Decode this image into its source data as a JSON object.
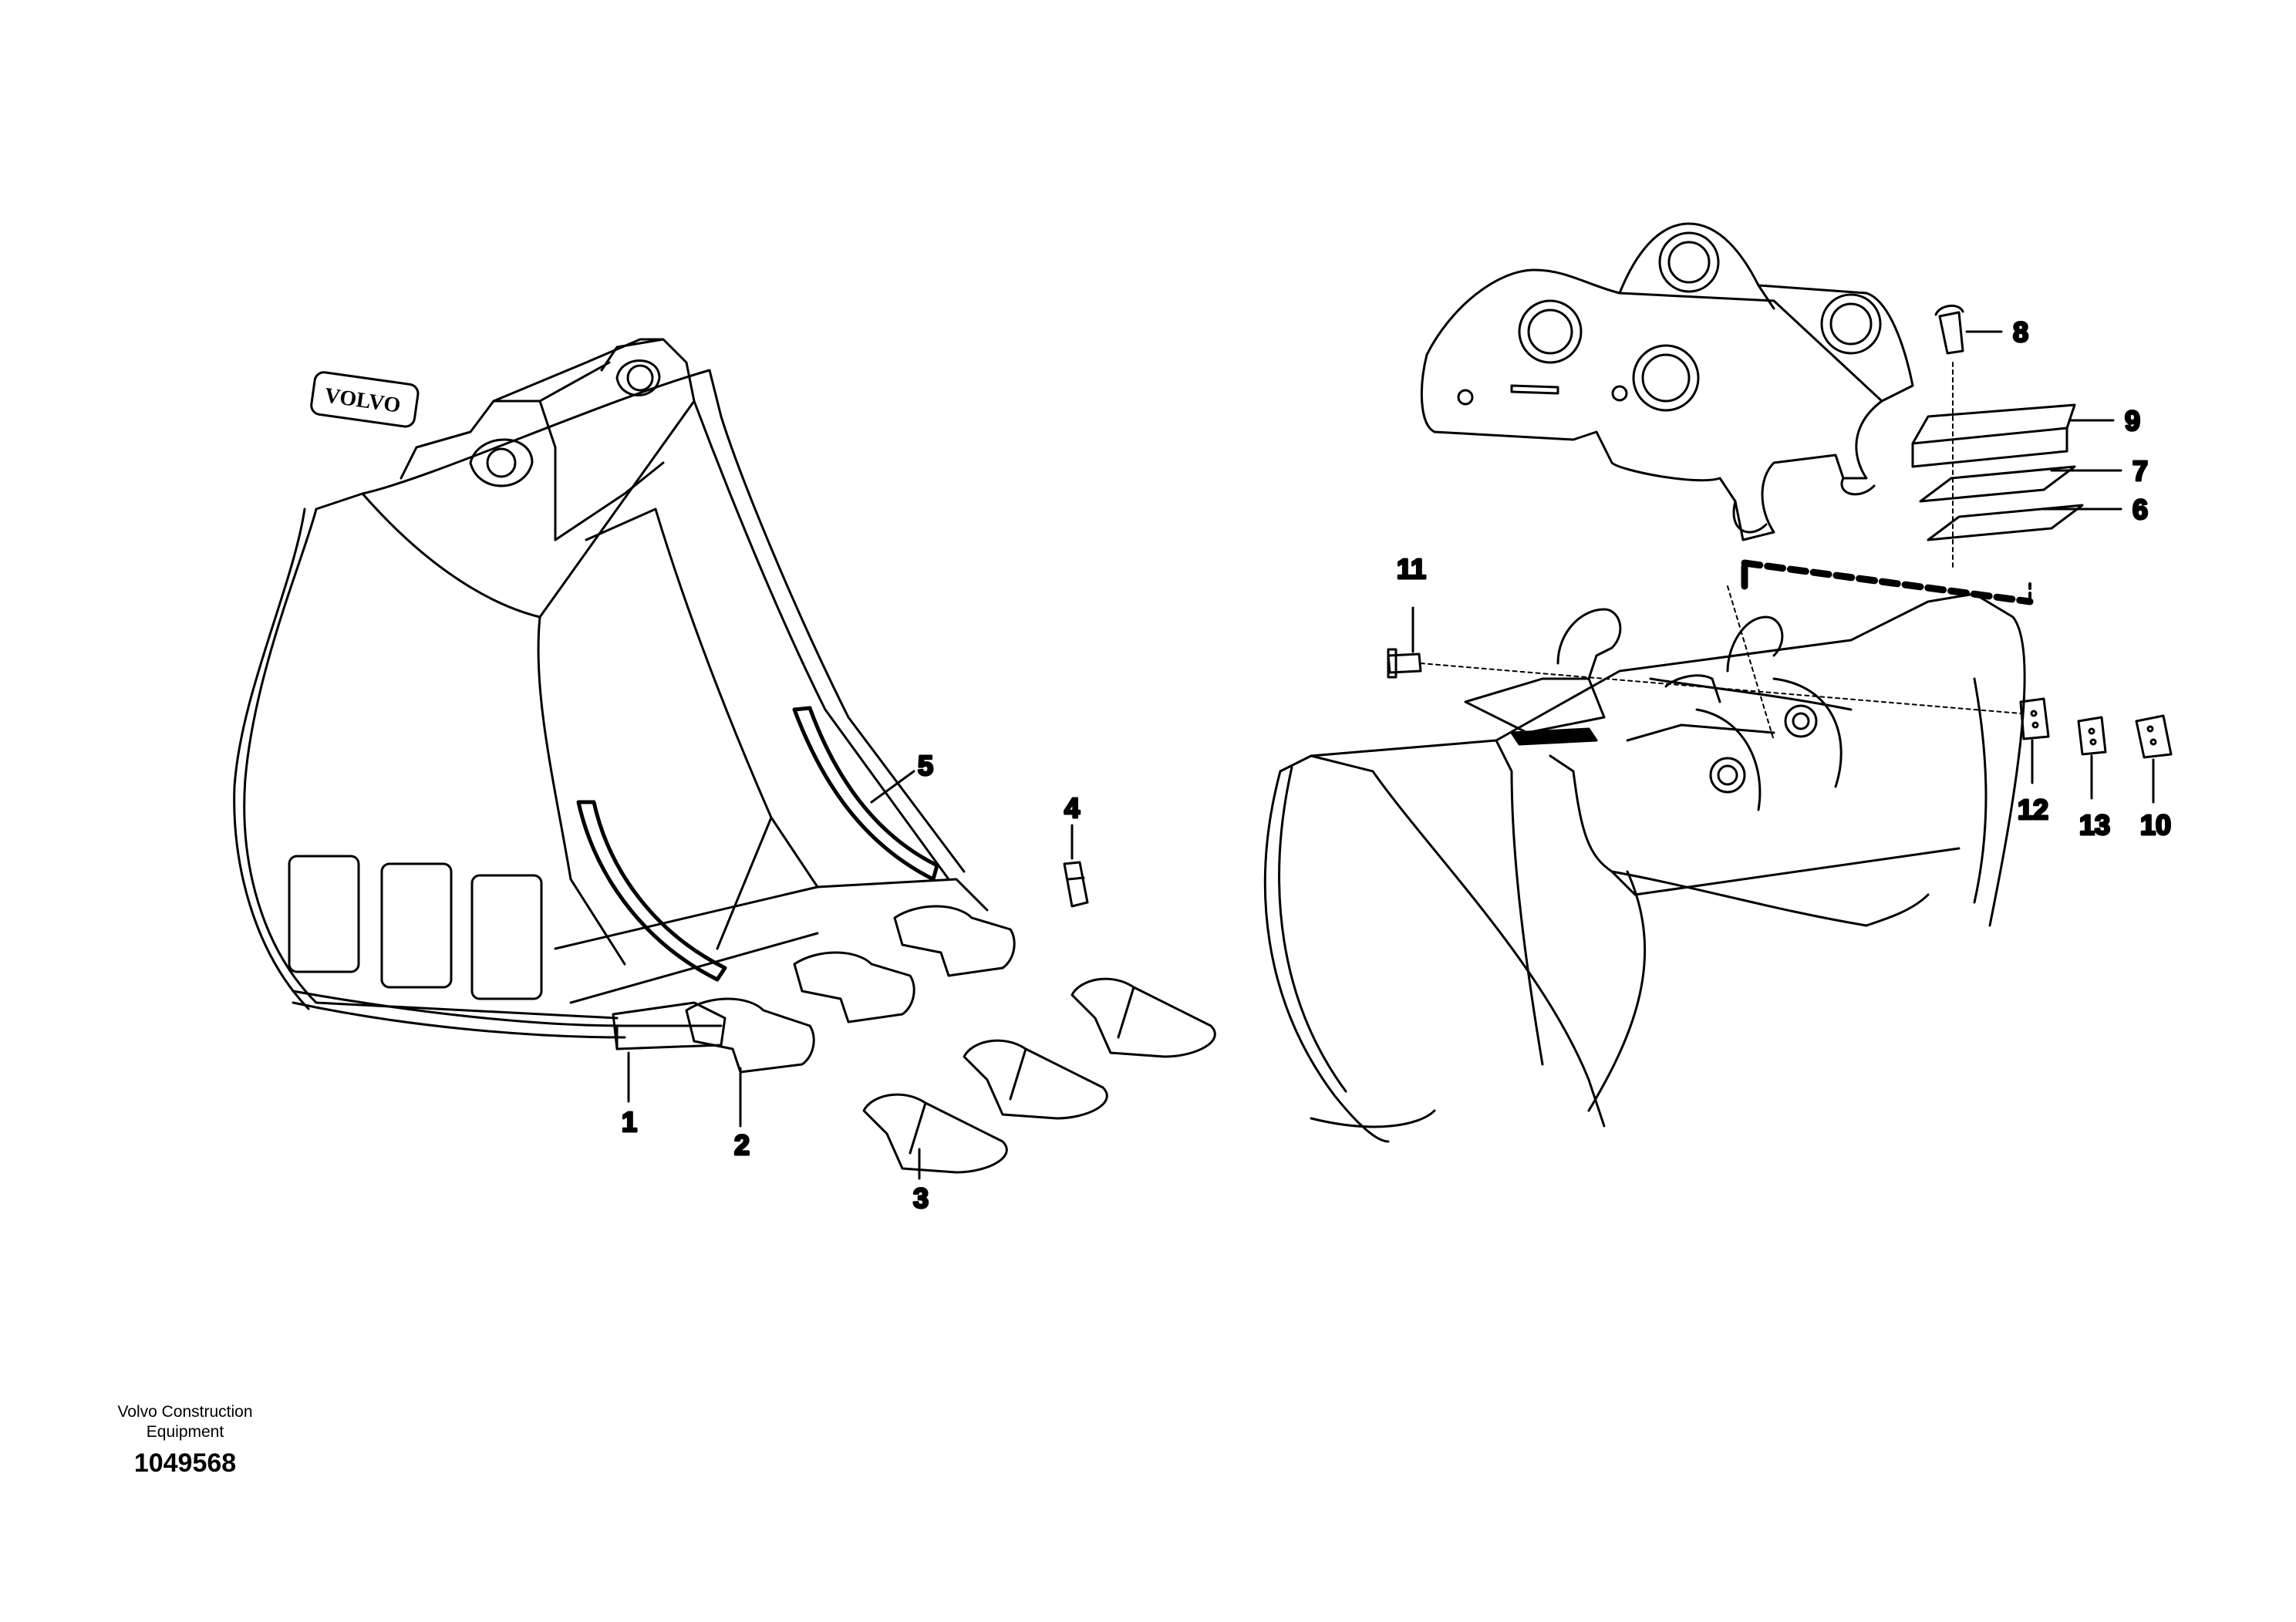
{
  "logo_text": "VOLVO",
  "callouts": [
    {
      "id": "1",
      "label": "1"
    },
    {
      "id": "2",
      "label": "2"
    },
    {
      "id": "3",
      "label": "3"
    },
    {
      "id": "4",
      "label": "4"
    },
    {
      "id": "5",
      "label": "5"
    },
    {
      "id": "6",
      "label": "6"
    },
    {
      "id": "7",
      "label": "7"
    },
    {
      "id": "8",
      "label": "8"
    },
    {
      "id": "9",
      "label": "9"
    },
    {
      "id": "10",
      "label": "10"
    },
    {
      "id": "11",
      "label": "11"
    },
    {
      "id": "12",
      "label": "12"
    },
    {
      "id": "13",
      "label": "13"
    }
  ],
  "footer": {
    "manufacturer_line1": "Volvo Construction",
    "manufacturer_line2": "Equipment",
    "document_number": "1049568"
  }
}
